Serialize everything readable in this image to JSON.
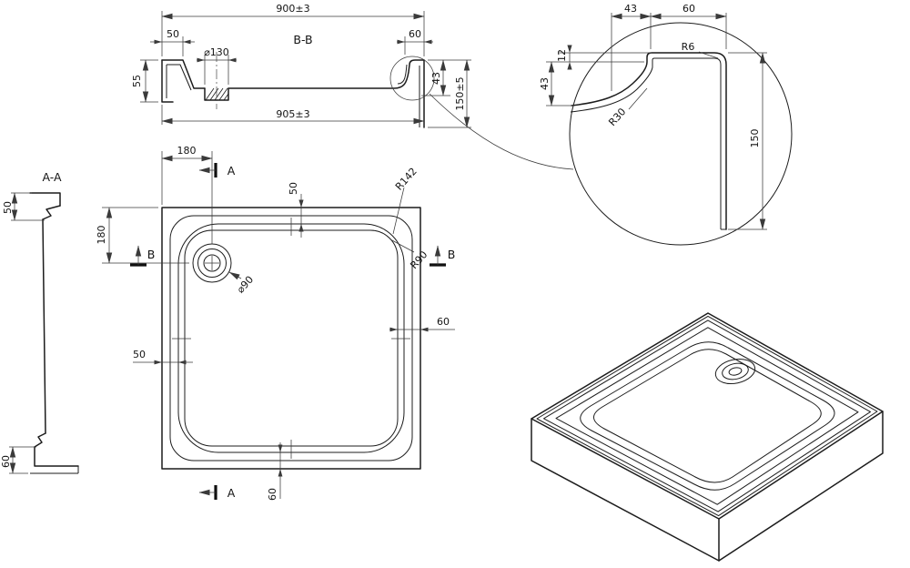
{
  "section_bb": {
    "label": "B-B",
    "dims": {
      "width_top": "900±3",
      "flange_left": "50",
      "flange_right": "60",
      "drain_diameter": "⌀130",
      "lip_height": "55",
      "corner_height": "43",
      "total_height": "150±5",
      "width_bottom": "905±3"
    }
  },
  "detail_view": {
    "dims": {
      "corner_width": "43",
      "flange_width": "60",
      "step_height": "12",
      "ledge_height": "43",
      "corner_radius_small": "R6",
      "corner_radius_large": "R30",
      "skirt_height": "150"
    }
  },
  "section_aa": {
    "label": "A-A",
    "dims": {
      "top_flange": "50",
      "bottom_foot": "60"
    }
  },
  "plan_view": {
    "section_marker_a": "A",
    "section_marker_b": "B",
    "dims": {
      "drain_offset_x": "180",
      "drain_offset_y": "180",
      "inset_top": "50",
      "inset_left": "50",
      "inset_right": "60",
      "inset_bottom": "60",
      "corner_radius_outer": "R142",
      "corner_radius_inner": "R90",
      "drain_diameter": "⌀90"
    }
  }
}
